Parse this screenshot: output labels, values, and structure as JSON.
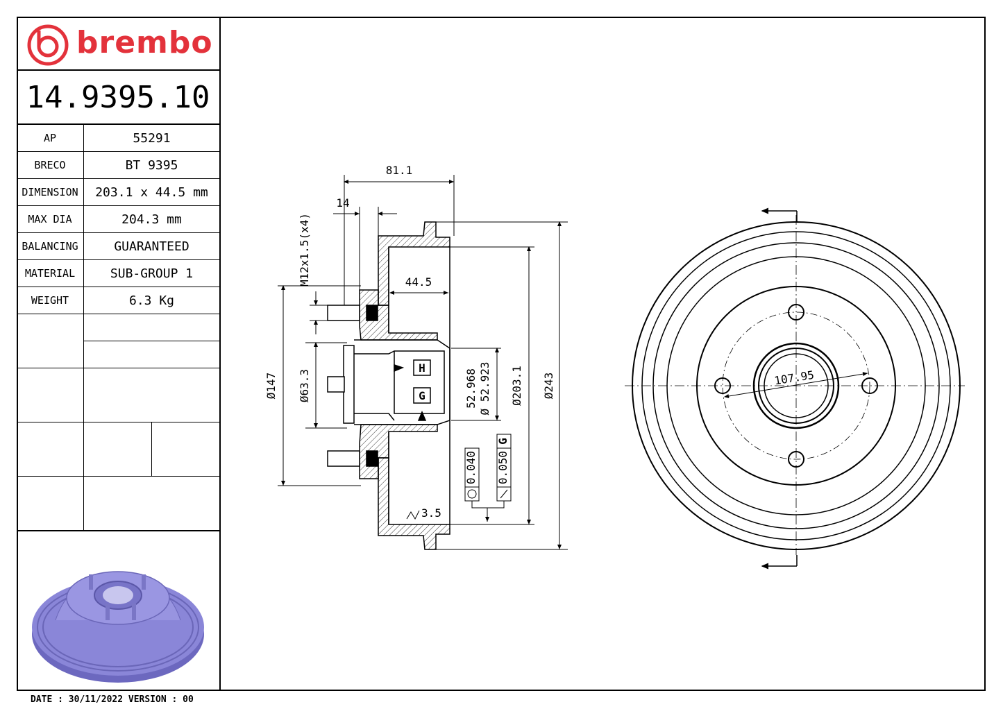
{
  "brand": "brembo",
  "part_number": "14.9395.10",
  "specs": [
    {
      "key": "AP",
      "value": "55291"
    },
    {
      "key": "BRECO",
      "value": "BT 9395"
    },
    {
      "key": "DIMENSION",
      "value": "203.1 x 44.5 mm"
    },
    {
      "key": "MAX DIA",
      "value": "204.3 mm"
    },
    {
      "key": "BALANCING",
      "value": "GUARANTEED"
    },
    {
      "key": "MATERIAL",
      "value": "SUB-GROUP 1"
    },
    {
      "key": "WEIGHT",
      "value": "6.3 Kg"
    }
  ],
  "footer": "DATE : 30/11/2022 VERSION : 00",
  "dimensions": {
    "overall_width": "81.1",
    "flange_offset": "14",
    "stud_thread": "M12x1.5(x4)",
    "drum_depth": "44.5",
    "stud_circle": "Ø147",
    "hub_bore": "Ø63.3",
    "bearing_seat_max": "52.968",
    "bearing_seat_min": "Ø 52.923",
    "drum_diameter": "Ø203.1",
    "outer_diameter": "Ø243",
    "tol_round": "0.040",
    "tol_runout": "0.050",
    "datum_h": "H",
    "datum_g": "G",
    "datum_g_ref": "G",
    "roughness": "3.5",
    "pcd": "107.95"
  },
  "colors": {
    "brand_red": "#e3323b",
    "render_blue": "#8a86d8"
  }
}
